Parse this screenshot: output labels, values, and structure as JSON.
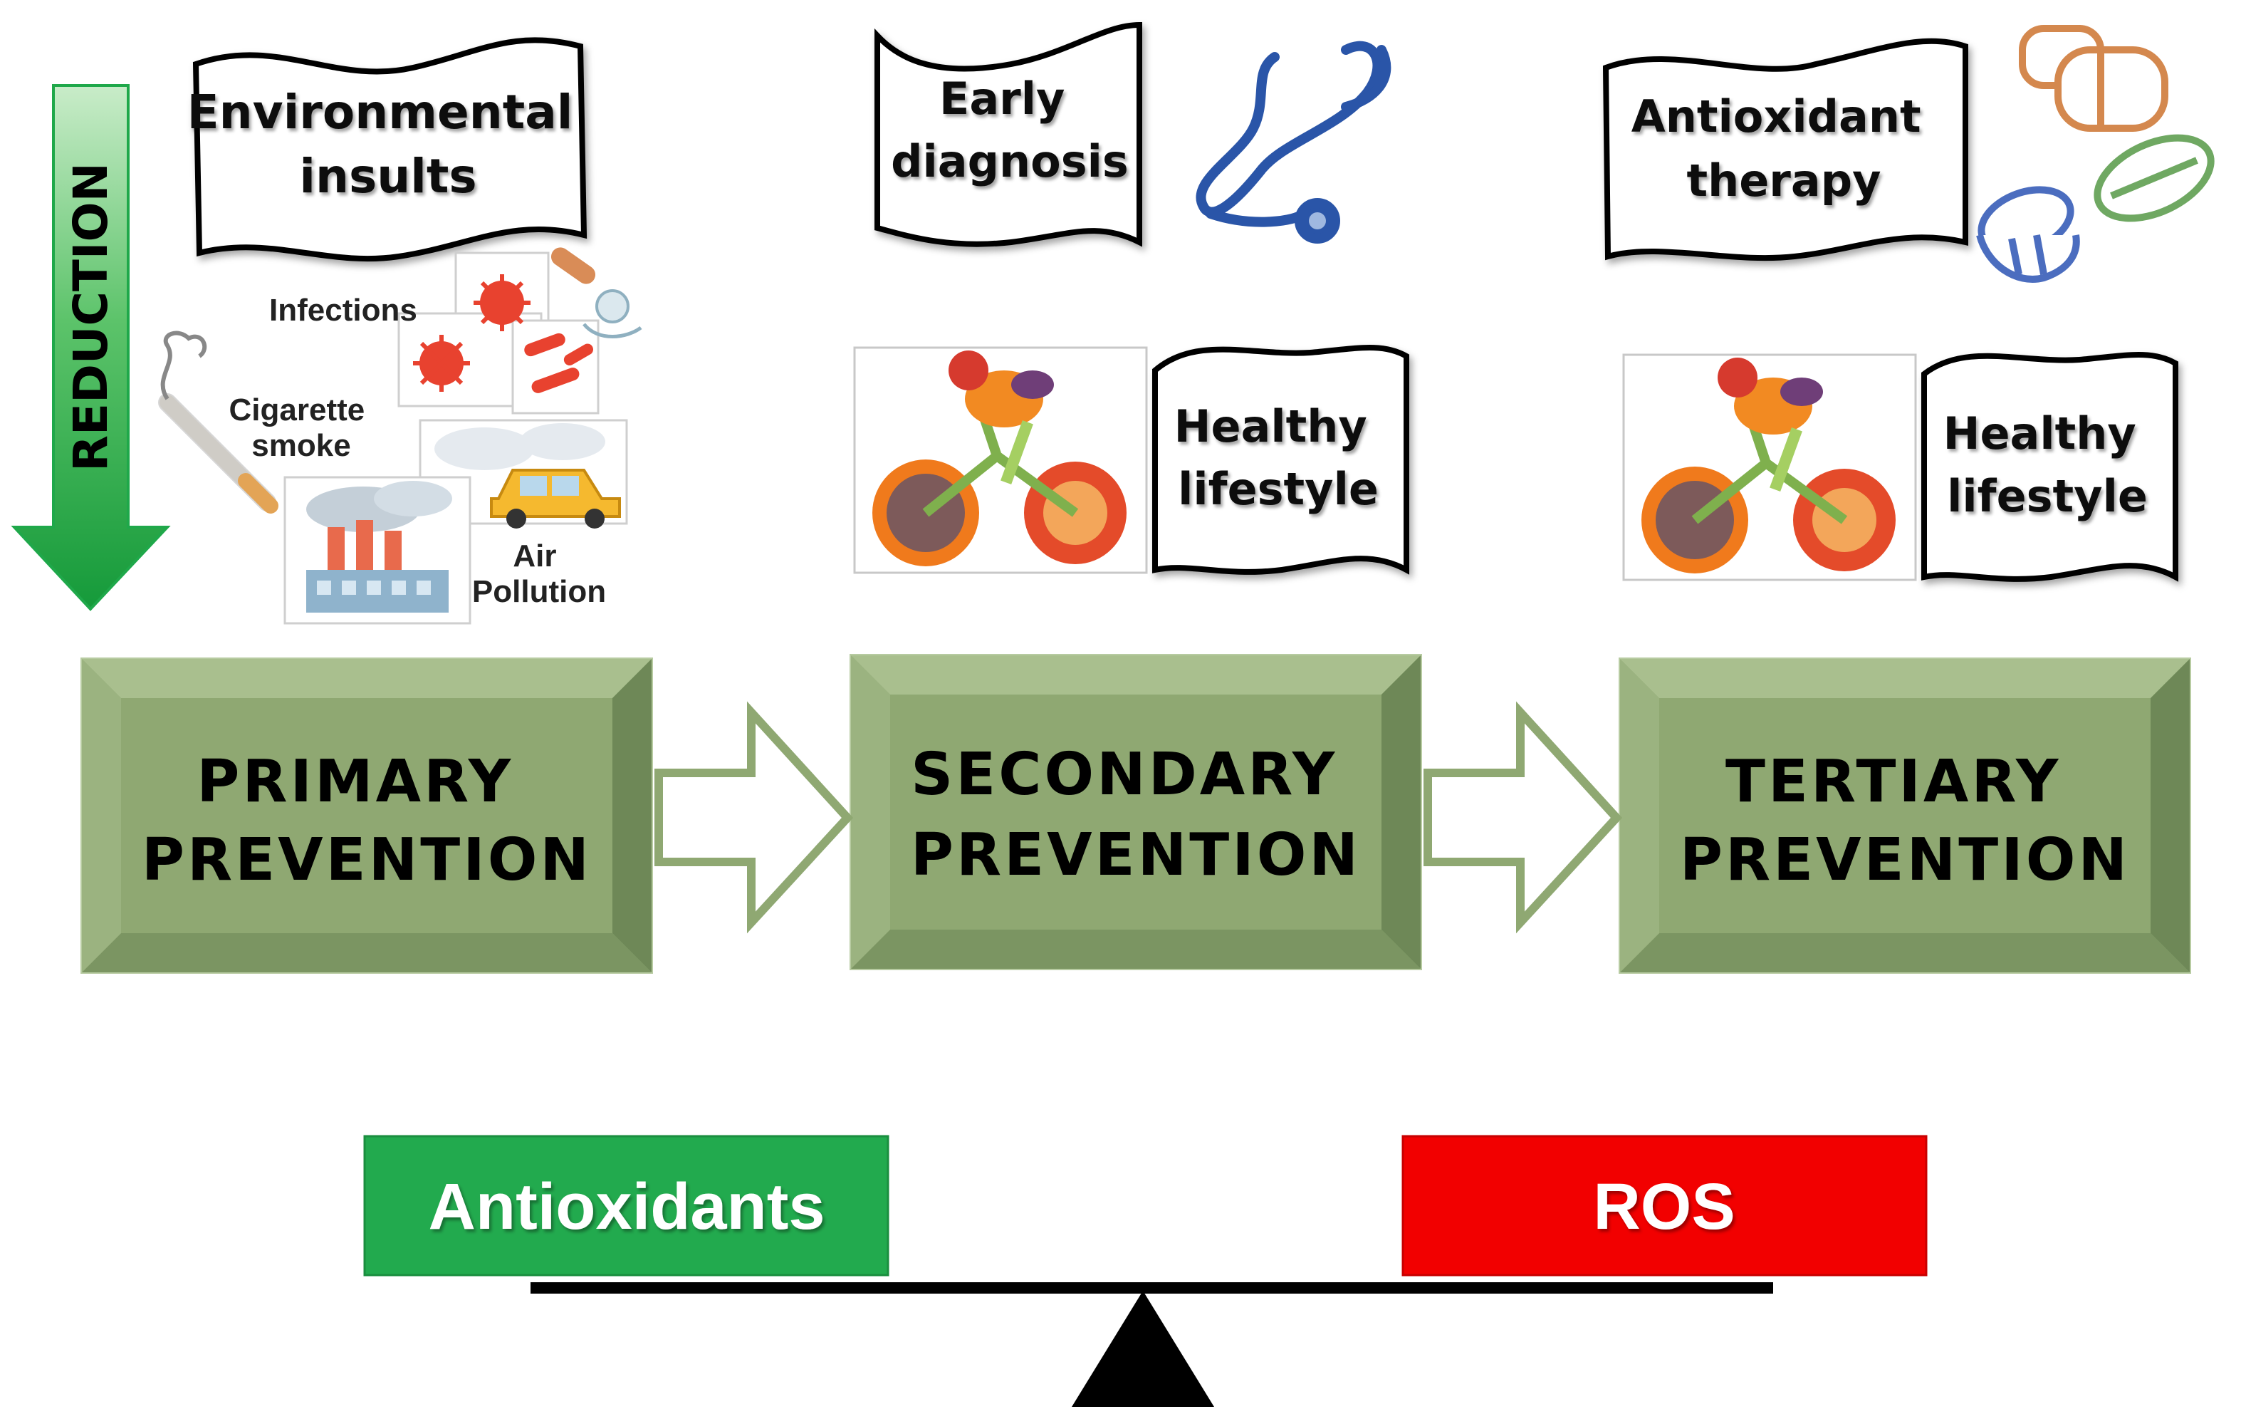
{
  "reduction_arrow": {
    "label": "REDUCTION",
    "color": "#1fa84a"
  },
  "primary": {
    "banner": [
      "Environmental",
      "insults"
    ],
    "insults": {
      "infections": "Infections",
      "cigarette": [
        "Cigarette",
        "smoke"
      ],
      "pollution": [
        "Air",
        "Pollution"
      ]
    },
    "box": [
      "PRIMARY",
      "PREVENTION"
    ]
  },
  "secondary": {
    "banner_top": [
      "Early",
      "diagnosis"
    ],
    "banner_bottom": [
      "Healthy",
      "lifestyle"
    ],
    "box": [
      "SECONDARY",
      "PREVENTION"
    ]
  },
  "tertiary": {
    "banner_top": [
      "Antioxidant",
      "therapy"
    ],
    "banner_bottom": [
      "Healthy",
      "lifestyle"
    ],
    "box": [
      "TERTIARY",
      "PREVENTION"
    ]
  },
  "balance": {
    "left_label": "Antioxidants",
    "right_label": "ROS",
    "left_color": "#22aa4e",
    "right_color": "#f20000"
  },
  "box_color": "#8fa872",
  "icons": [
    "stethoscope-icon",
    "pills-icon",
    "virus-icon",
    "bacteria-icon",
    "cigarette-icon",
    "factory-icon",
    "car-icon",
    "fruit-bike-icon"
  ]
}
